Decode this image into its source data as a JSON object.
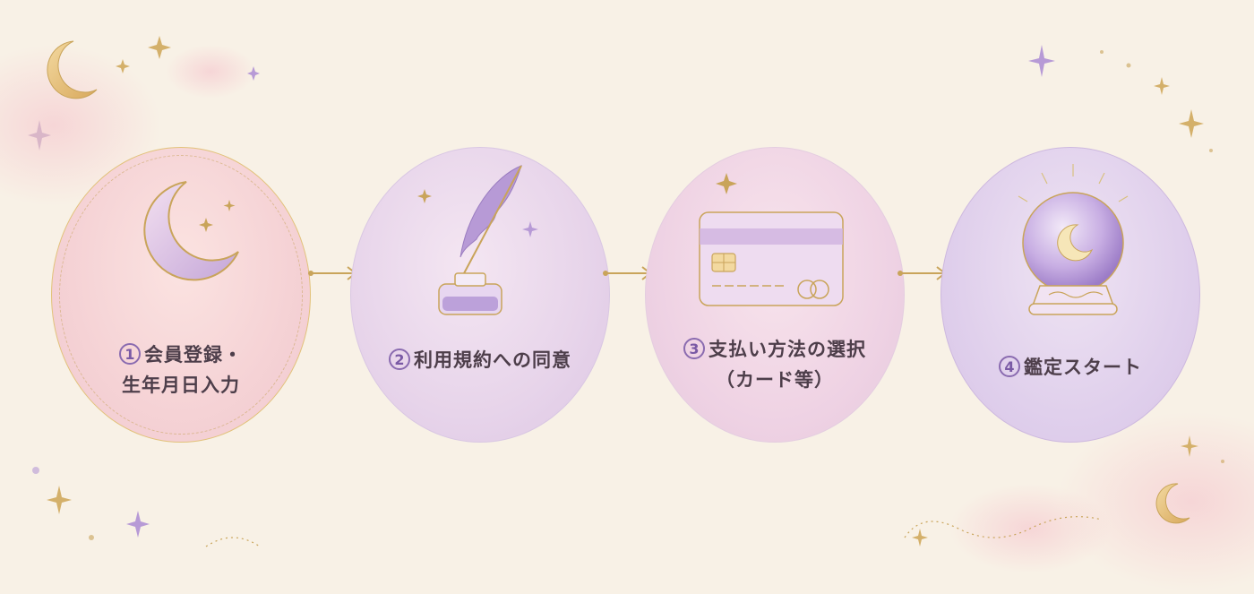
{
  "steps": [
    {
      "number": "1",
      "line1": "会員登録・",
      "line2": "生年月日入力",
      "icon": "crescent-moon-icon"
    },
    {
      "number": "2",
      "line1": "利用規約への同意",
      "line2": "",
      "icon": "quill-inkwell-icon"
    },
    {
      "number": "3",
      "line1": "支払い方法の選択",
      "line2": "（カード等）",
      "icon": "credit-card-icon"
    },
    {
      "number": "4",
      "line1": "鑑定スタート",
      "line2": "",
      "icon": "crystal-ball-icon"
    }
  ],
  "colors": {
    "gold": "#c9a45a",
    "lavender": "#b79ad6",
    "number_ring": "#8a6bb0",
    "text": "#4d3e4a",
    "background": "#f8f1e6"
  }
}
